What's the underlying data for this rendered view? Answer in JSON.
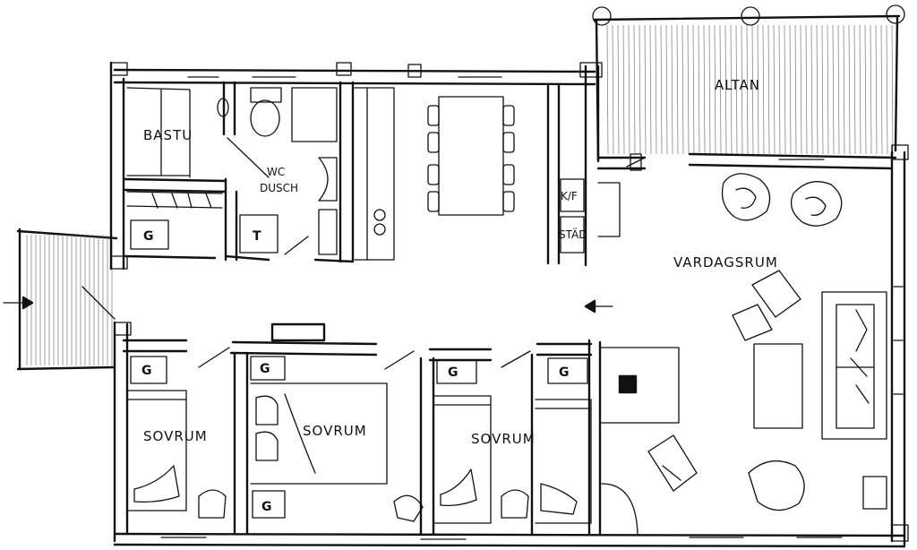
{
  "rooms": {
    "altan": "ALTAN",
    "bastu": "BASTU",
    "wc_line1": "WC",
    "wc_line2": "DUSCH",
    "vardagsrum": "VARDAGSRUM",
    "sovrum_1": "SOVRUM",
    "sovrum_2": "SOVRUM",
    "sovrum_3": "SOVRUM"
  },
  "fixtures": {
    "kf": "K/F",
    "stad": "STÄD",
    "t": "T",
    "g_entry": "G",
    "g_sovrum_1": "G",
    "g_sovrum_2_top": "G",
    "g_sovrum_2_bottom": "G",
    "g_sovrum_3_left": "G",
    "g_sovrum_3_right": "G"
  }
}
